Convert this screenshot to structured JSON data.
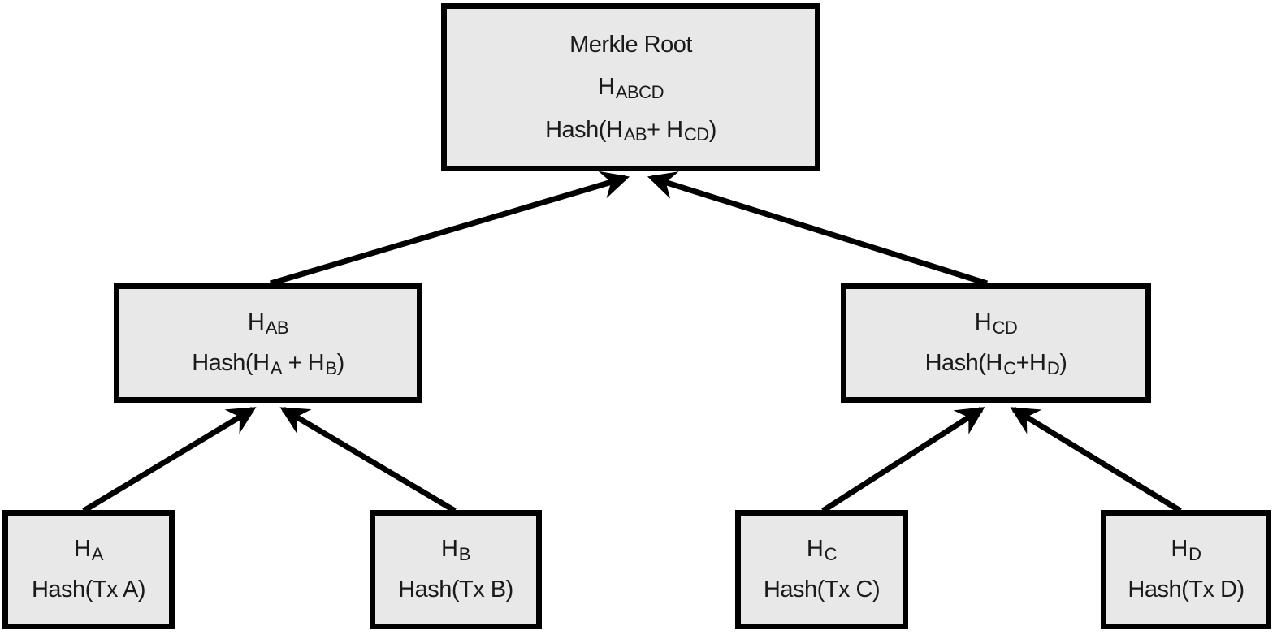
{
  "colors": {
    "node_fill": "#e8e8e8",
    "node_border": "#000000",
    "arrow": "#000000",
    "background": "#ffffff"
  },
  "nodes": {
    "root": {
      "name": "Merkle Root",
      "lines": [
        [
          {
            "t": "Merkle Root"
          }
        ],
        [
          {
            "t": "H"
          },
          {
            "s": "ABCD"
          }
        ],
        [
          {
            "t": "Hash(H"
          },
          {
            "s": "AB"
          },
          {
            "t": "+ H"
          },
          {
            "s": "CD"
          },
          {
            "t": ")"
          }
        ]
      ]
    },
    "hab": {
      "name": "H AB",
      "lines": [
        [
          {
            "t": "H"
          },
          {
            "s": "AB"
          }
        ],
        [
          {
            "t": "Hash(H"
          },
          {
            "s": "A"
          },
          {
            "t": " + H"
          },
          {
            "s": "B"
          },
          {
            "t": ")"
          }
        ]
      ]
    },
    "hcd": {
      "name": "H CD",
      "lines": [
        [
          {
            "t": "H"
          },
          {
            "s": "CD"
          }
        ],
        [
          {
            "t": "Hash(H"
          },
          {
            "s": "C"
          },
          {
            "t": "+H"
          },
          {
            "s": "D"
          },
          {
            "t": ")"
          }
        ]
      ]
    },
    "ha": {
      "name": "H A",
      "lines": [
        [
          {
            "t": "H"
          },
          {
            "s": "A"
          }
        ],
        [
          {
            "t": "Hash(Tx A)"
          }
        ]
      ]
    },
    "hb": {
      "name": "H B",
      "lines": [
        [
          {
            "t": "H"
          },
          {
            "s": "B"
          }
        ],
        [
          {
            "t": "Hash(Tx B)"
          }
        ]
      ]
    },
    "hc": {
      "name": "H C",
      "lines": [
        [
          {
            "t": "H"
          },
          {
            "s": "C"
          }
        ],
        [
          {
            "t": "Hash(Tx C)"
          }
        ]
      ]
    },
    "hd": {
      "name": "H D",
      "lines": [
        [
          {
            "t": "H"
          },
          {
            "s": "D"
          }
        ],
        [
          {
            "t": "Hash(Tx D)"
          }
        ]
      ]
    }
  },
  "edges": [
    {
      "from": "hab",
      "to": "root"
    },
    {
      "from": "hcd",
      "to": "root"
    },
    {
      "from": "ha",
      "to": "hab"
    },
    {
      "from": "hb",
      "to": "hab"
    },
    {
      "from": "hc",
      "to": "hcd"
    },
    {
      "from": "hd",
      "to": "hcd"
    }
  ]
}
